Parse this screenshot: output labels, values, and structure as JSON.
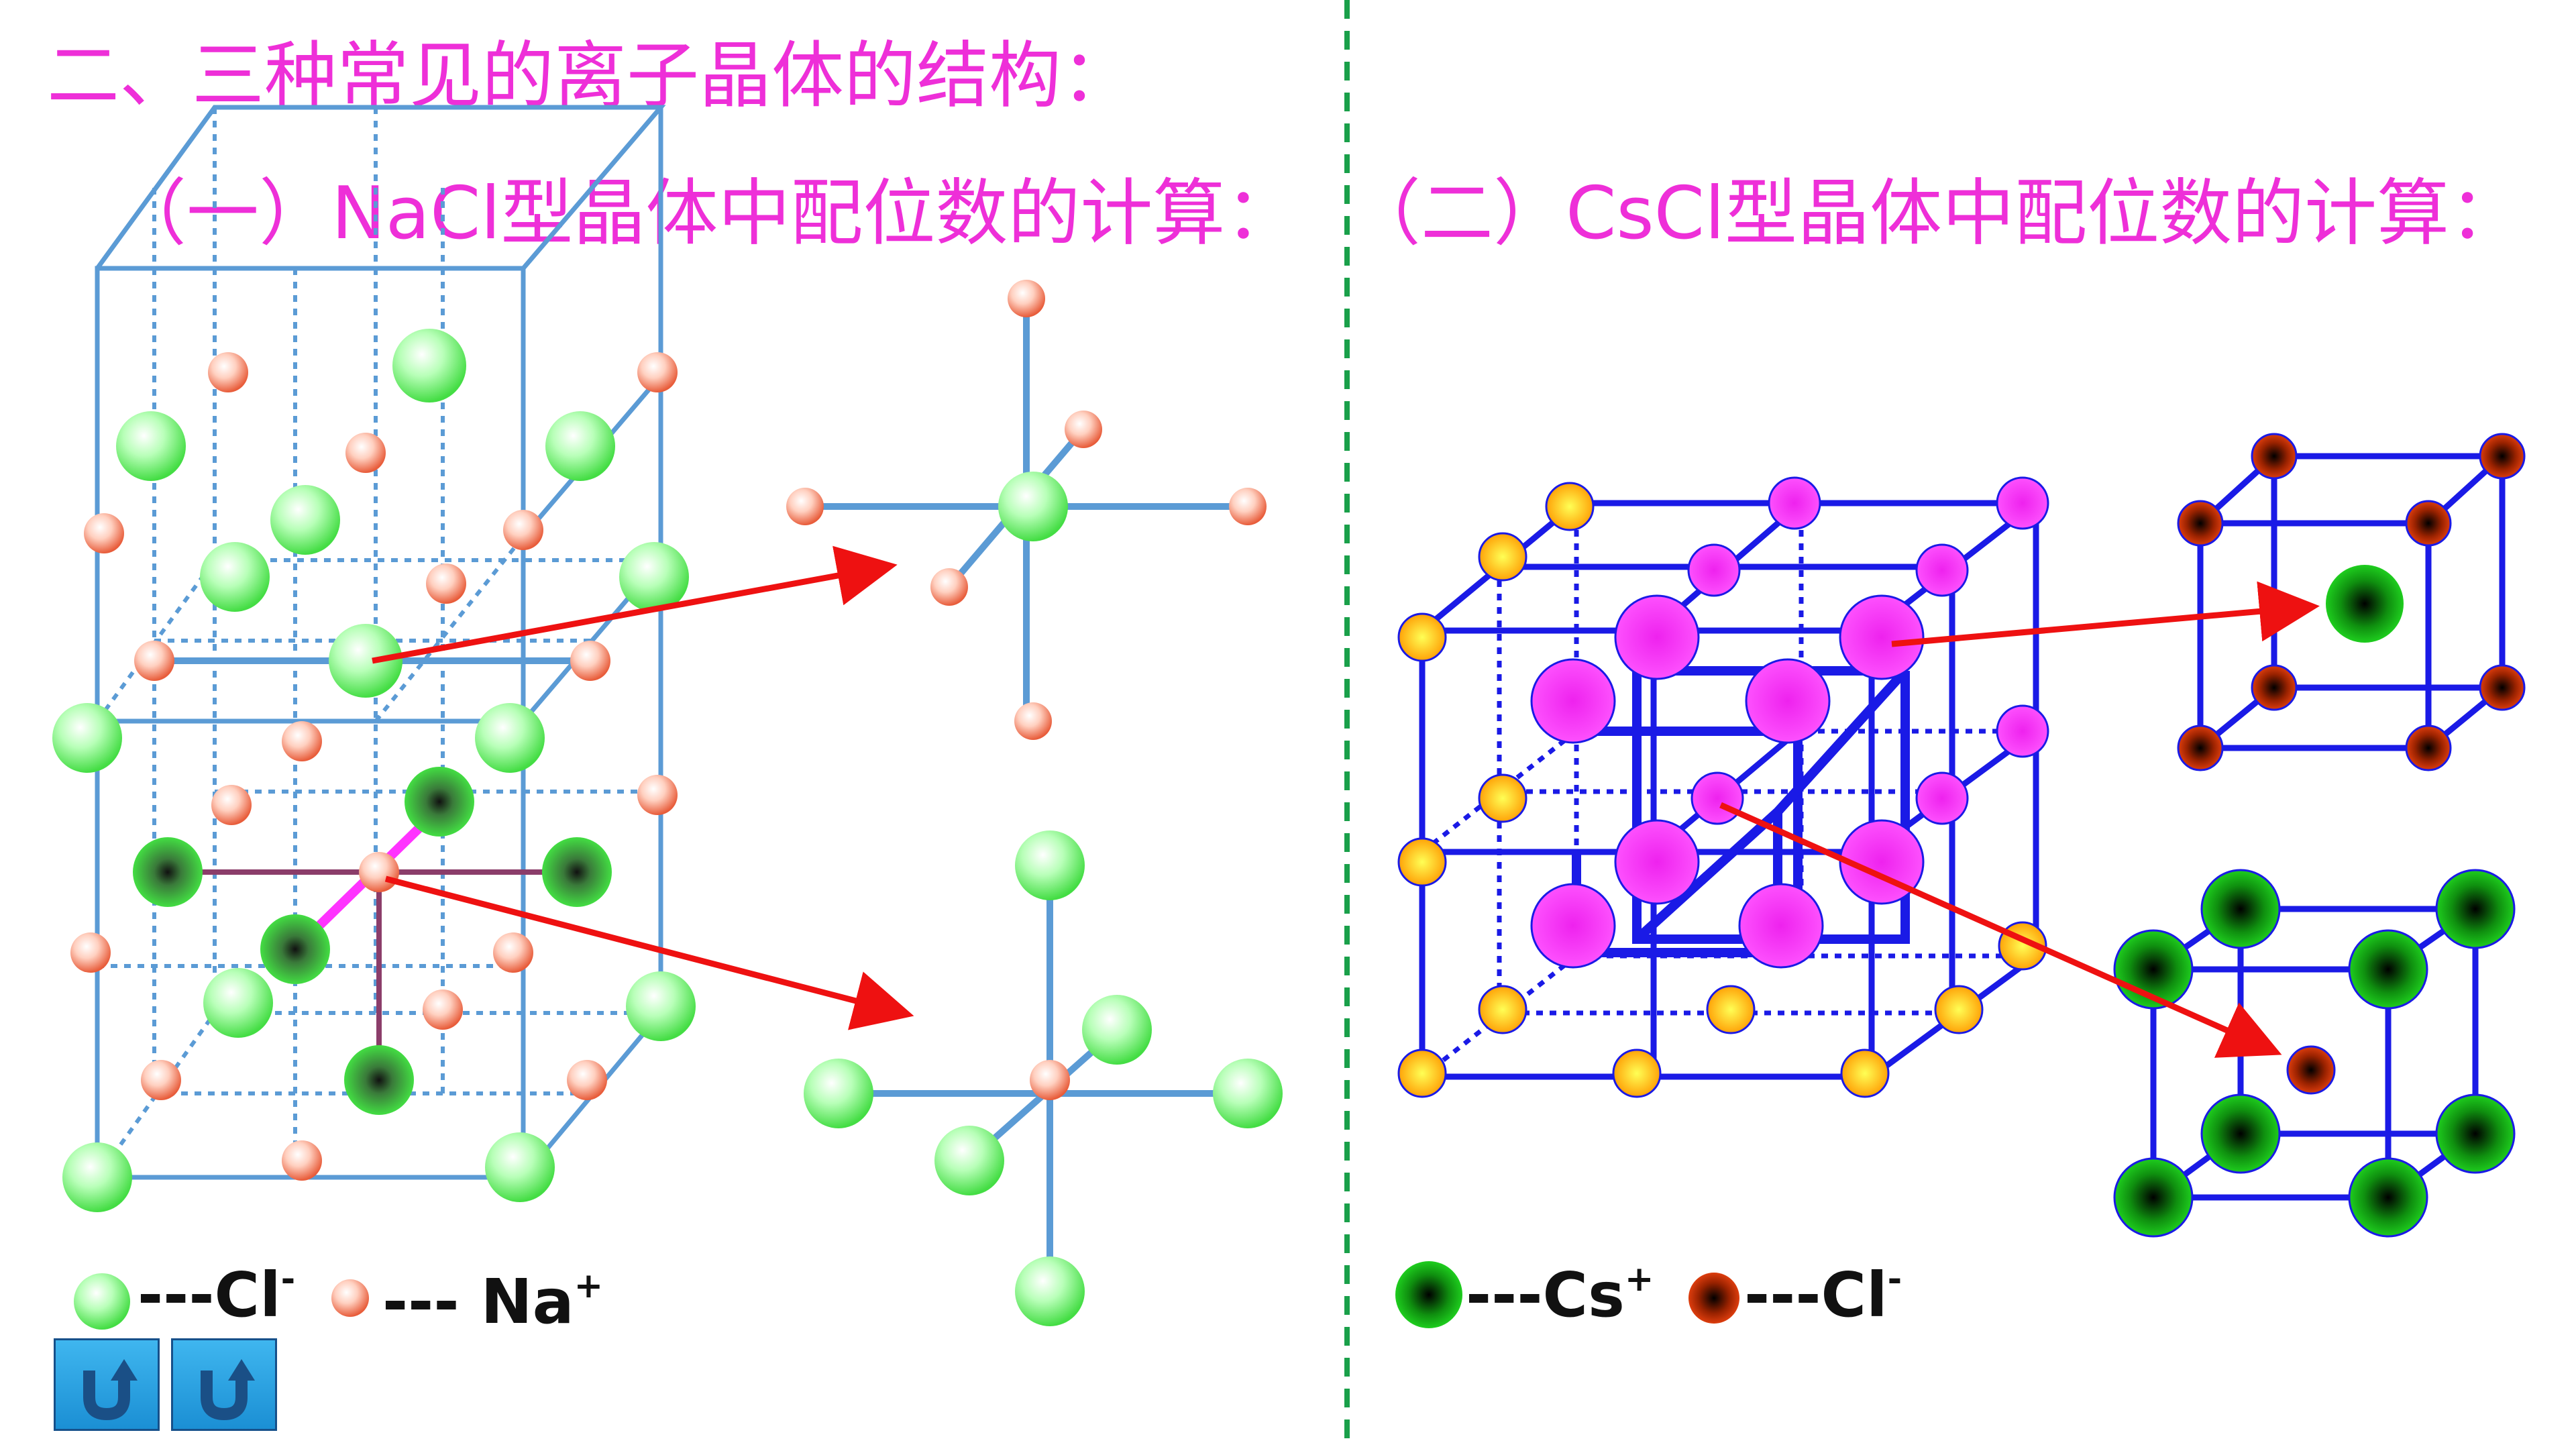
{
  "titles": {
    "main": "二、三种常见的离子晶体的结构：",
    "nacl": "（一）NaCl型晶体中配位数的计算：",
    "cscl": "（二）CsCl型晶体中配位数的计算："
  },
  "legend": {
    "nacl": {
      "cl_label": "---Cl",
      "cl_sup": "-",
      "na_label": "--- Na",
      "na_sup": "+"
    },
    "cscl": {
      "cs_label": "---Cs",
      "cs_sup": "+",
      "cl_label": "---Cl",
      "cl_sup": "-"
    }
  },
  "nav": {
    "buttons": [
      {
        "icon": "return-arrow-icon"
      },
      {
        "icon": "return-arrow-icon"
      }
    ]
  },
  "colors": {
    "title": "#ee2fd8",
    "divider": "#1aa04a",
    "nacl_edges": "#5b9bd5",
    "cscl_edges": "#1a1ae6",
    "arrow": "#ee1111",
    "cl_sphere": "#66ee66",
    "na_sphere": "#f07050",
    "cs_sphere_pink": "#ee22ee",
    "cs_sphere_orange": "#ffb000",
    "cs_ion": "#11aa11",
    "cl_ion": "#bb2200"
  }
}
